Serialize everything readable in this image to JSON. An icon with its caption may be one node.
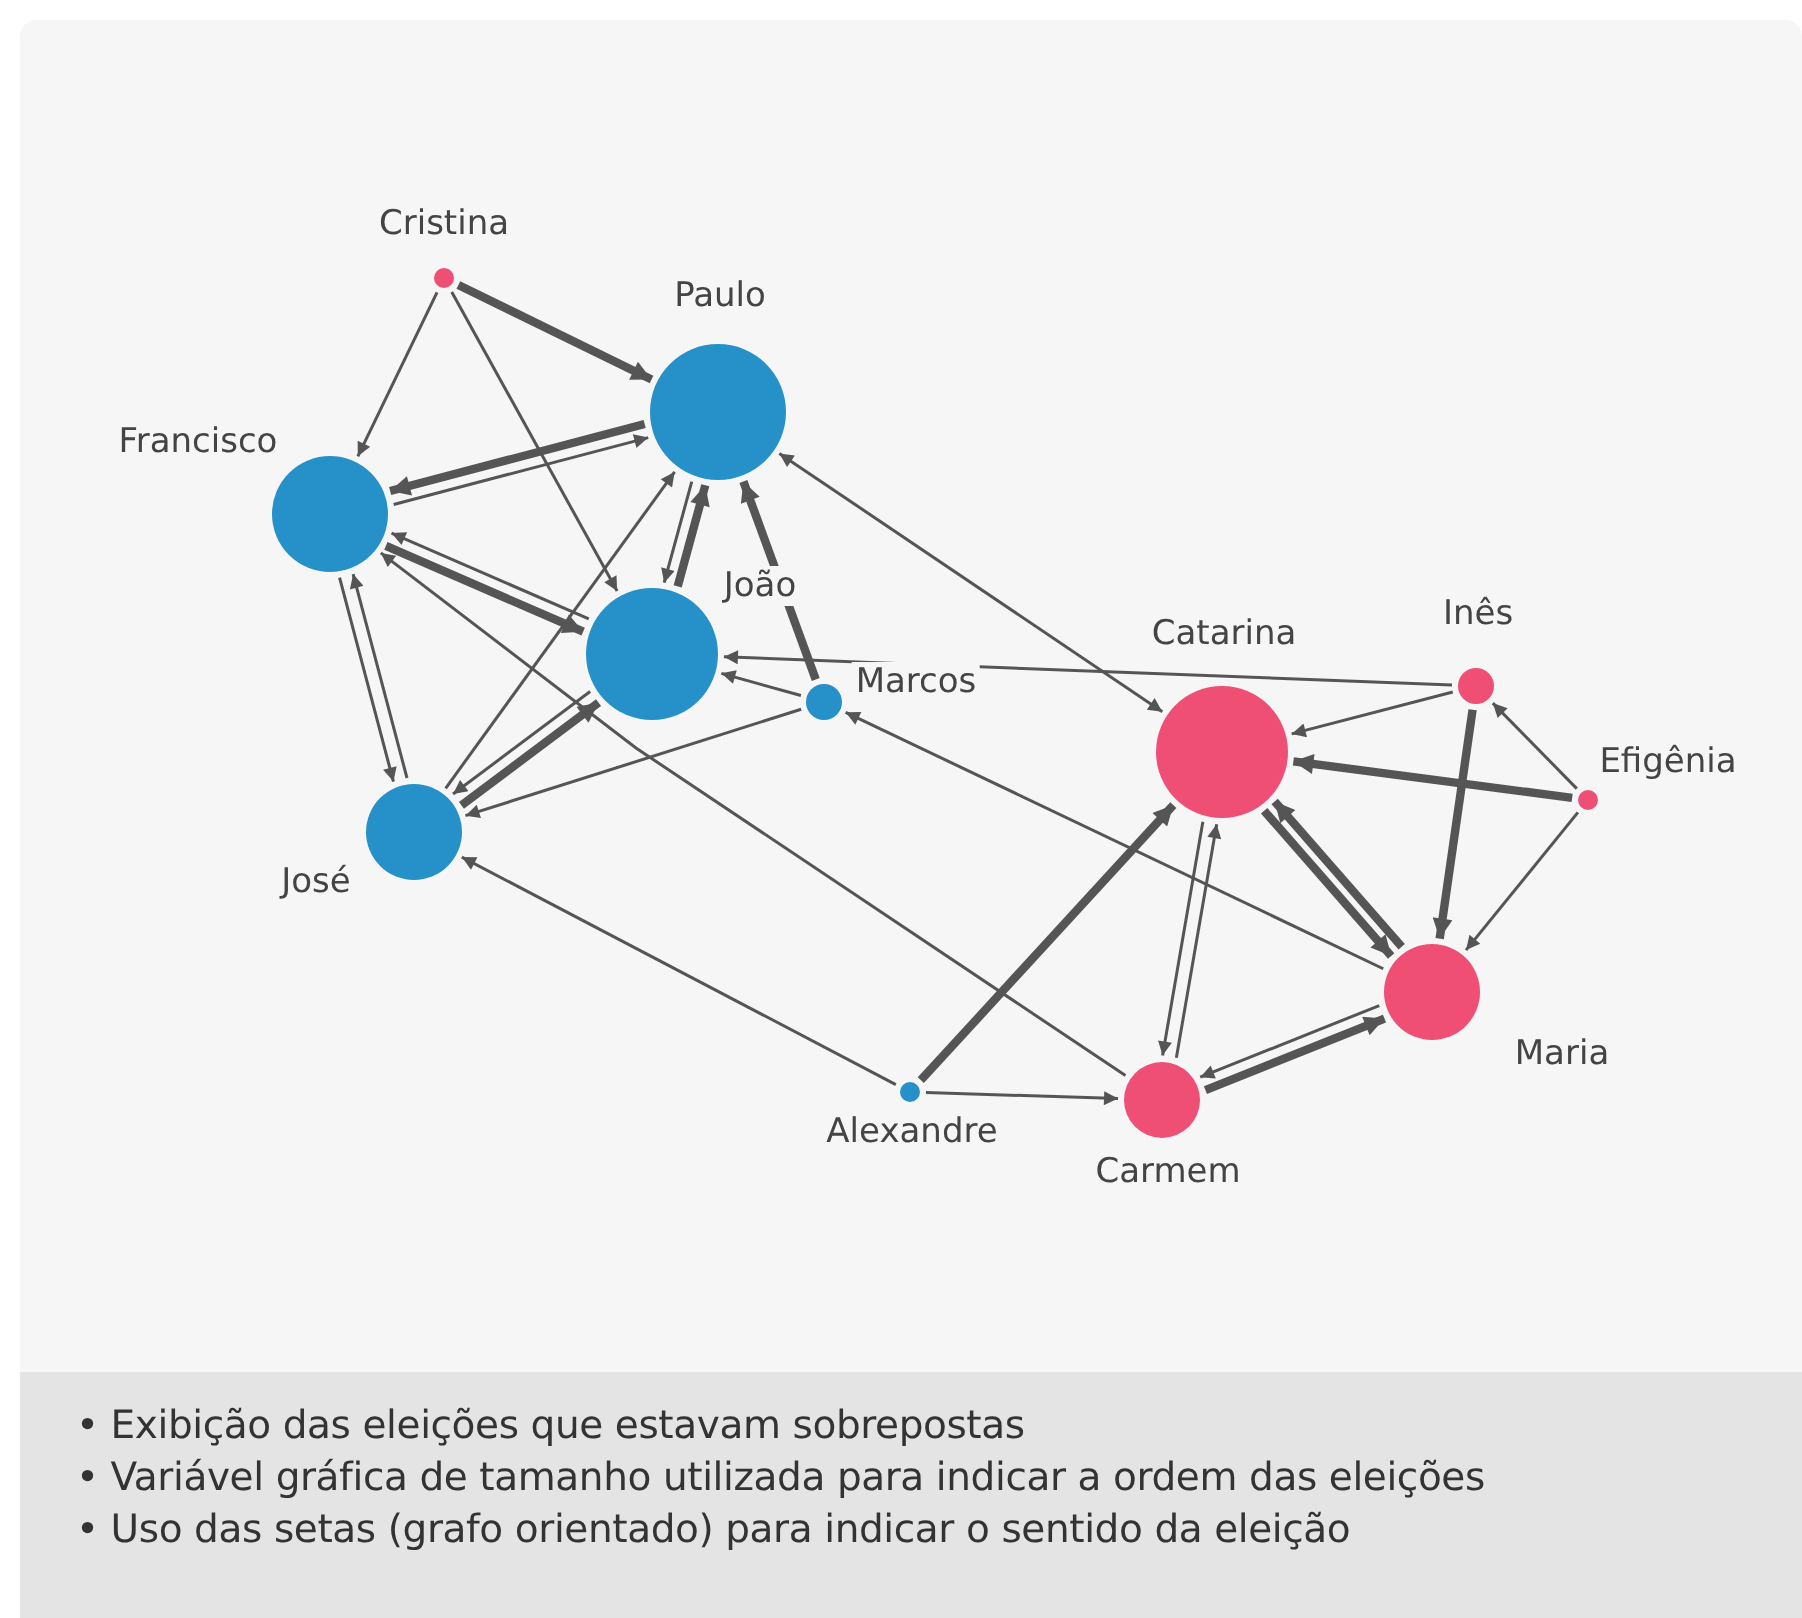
{
  "diagram": {
    "nodes": [
      {
        "text": [
          "Cristina"
        ]
      },
      {
        "text": [
          "Paulo"
        ]
      },
      {
        "text": [
          "Francisco"
        ]
      },
      {
        "text": [
          "João"
        ]
      },
      {
        "text": [
          "Marcos"
        ]
      },
      {
        "text": [
          "José"
        ]
      },
      {
        "text": [
          "Catarina"
        ]
      },
      {
        "text": [
          "Inês"
        ]
      },
      {
        "text": [
          "Efigênia"
        ]
      },
      {
        "text": [
          "Maria"
        ]
      },
      {
        "text": [
          "Alexandre"
        ]
      },
      {
        "text": [
          "Carmem"
        ]
      }
    ],
    "edges": [
      {
        "from": 0,
        "to": 1,
        "arrow": "to",
        "style": "thick"
      },
      {
        "from": 0,
        "to": 2,
        "arrow": "to"
      },
      {
        "from": 0,
        "to": 3,
        "arrow": "to"
      },
      {
        "from": 2,
        "to": 1,
        "arrow": "to"
      },
      {
        "from": 1,
        "to": 2,
        "arrow": "to",
        "style": "thick"
      },
      {
        "from": 2,
        "to": 3,
        "arrow": "to",
        "style": "thick"
      },
      {
        "from": 3,
        "to": 2,
        "arrow": "to"
      },
      {
        "from": 11,
        "to": 2,
        "arrow": "to"
      },
      {
        "from": 2,
        "to": 5,
        "arrow": "to"
      },
      {
        "from": 5,
        "to": 2,
        "arrow": "to"
      },
      {
        "from": 5,
        "to": 1,
        "arrow": "to"
      },
      {
        "from": 3,
        "to": 1,
        "arrow": "to",
        "style": "thick"
      },
      {
        "from": 1,
        "to": 3,
        "arrow": "to"
      },
      {
        "from": 4,
        "to": 1,
        "arrow": "to",
        "style": "thick"
      },
      {
        "from": 6,
        "to": 1,
        "arrow": "both"
      },
      {
        "from": 5,
        "to": 3,
        "arrow": "to",
        "style": "thick"
      },
      {
        "from": 3,
        "to": 5,
        "arrow": "to"
      },
      {
        "from": 4,
        "to": 5,
        "arrow": "to"
      },
      {
        "from": 4,
        "to": 3,
        "arrow": "to"
      },
      {
        "from": 7,
        "to": 3,
        "arrow": "to"
      },
      {
        "from": 10,
        "to": 5,
        "arrow": "to"
      },
      {
        "from": 9,
        "to": 4,
        "arrow": "to"
      },
      {
        "from": 7,
        "to": 6,
        "arrow": "to"
      },
      {
        "from": 8,
        "to": 6,
        "arrow": "to",
        "style": "thick"
      },
      {
        "from": 8,
        "to": 7,
        "arrow": "to"
      },
      {
        "from": 8,
        "to": 9,
        "arrow": "to"
      },
      {
        "from": 7,
        "to": 9,
        "arrow": "to",
        "style": "thick"
      },
      {
        "from": 6,
        "to": 9,
        "arrow": "to",
        "style": "thick"
      },
      {
        "from": 9,
        "to": 6,
        "arrow": "to",
        "style": "thick"
      },
      {
        "from": 6,
        "to": 11,
        "arrow": "to"
      },
      {
        "from": 11,
        "to": 6,
        "arrow": "to"
      },
      {
        "from": 11,
        "to": 9,
        "arrow": "to",
        "style": "thick"
      },
      {
        "from": 9,
        "to": 11,
        "arrow": "to"
      },
      {
        "from": 10,
        "to": 6,
        "arrow": "to",
        "style": "thick"
      },
      {
        "from": 10,
        "to": 11,
        "arrow": "to"
      }
    ],
    "labels": [
      "• Exibição das eleições que estavam sobrepostas",
      "• Variável gráfica de tamanho utilizada para indicar a ordem das eleições",
      "• Uso das setas (grafo orientado) para indicar o sentido da eleição"
    ]
  }
}
